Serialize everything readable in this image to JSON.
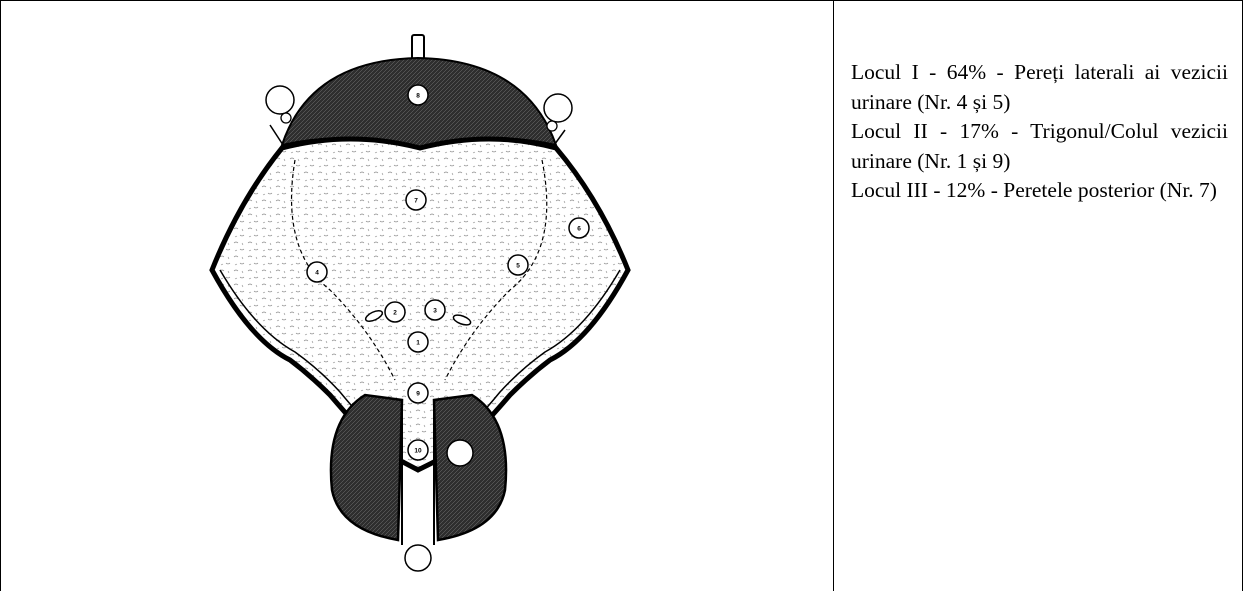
{
  "diagram": {
    "markers": [
      "1",
      "2",
      "3",
      "4",
      "5",
      "6",
      "7",
      "8",
      "9",
      "10"
    ]
  },
  "legend": {
    "lines": [
      "Locul I - 64% - Pereți laterali ai vezicii urinare (Nr. 4 și 5)",
      "Locul II - 17% - Trigonul/Colul vezicii urinare (Nr. 1 și 9)",
      "Locul III - 12% - Peretele posterior (Nr. 7)"
    ]
  },
  "colors": {
    "ink": "#000000",
    "wall": "#2a2a2a",
    "background": "#ffffff"
  }
}
